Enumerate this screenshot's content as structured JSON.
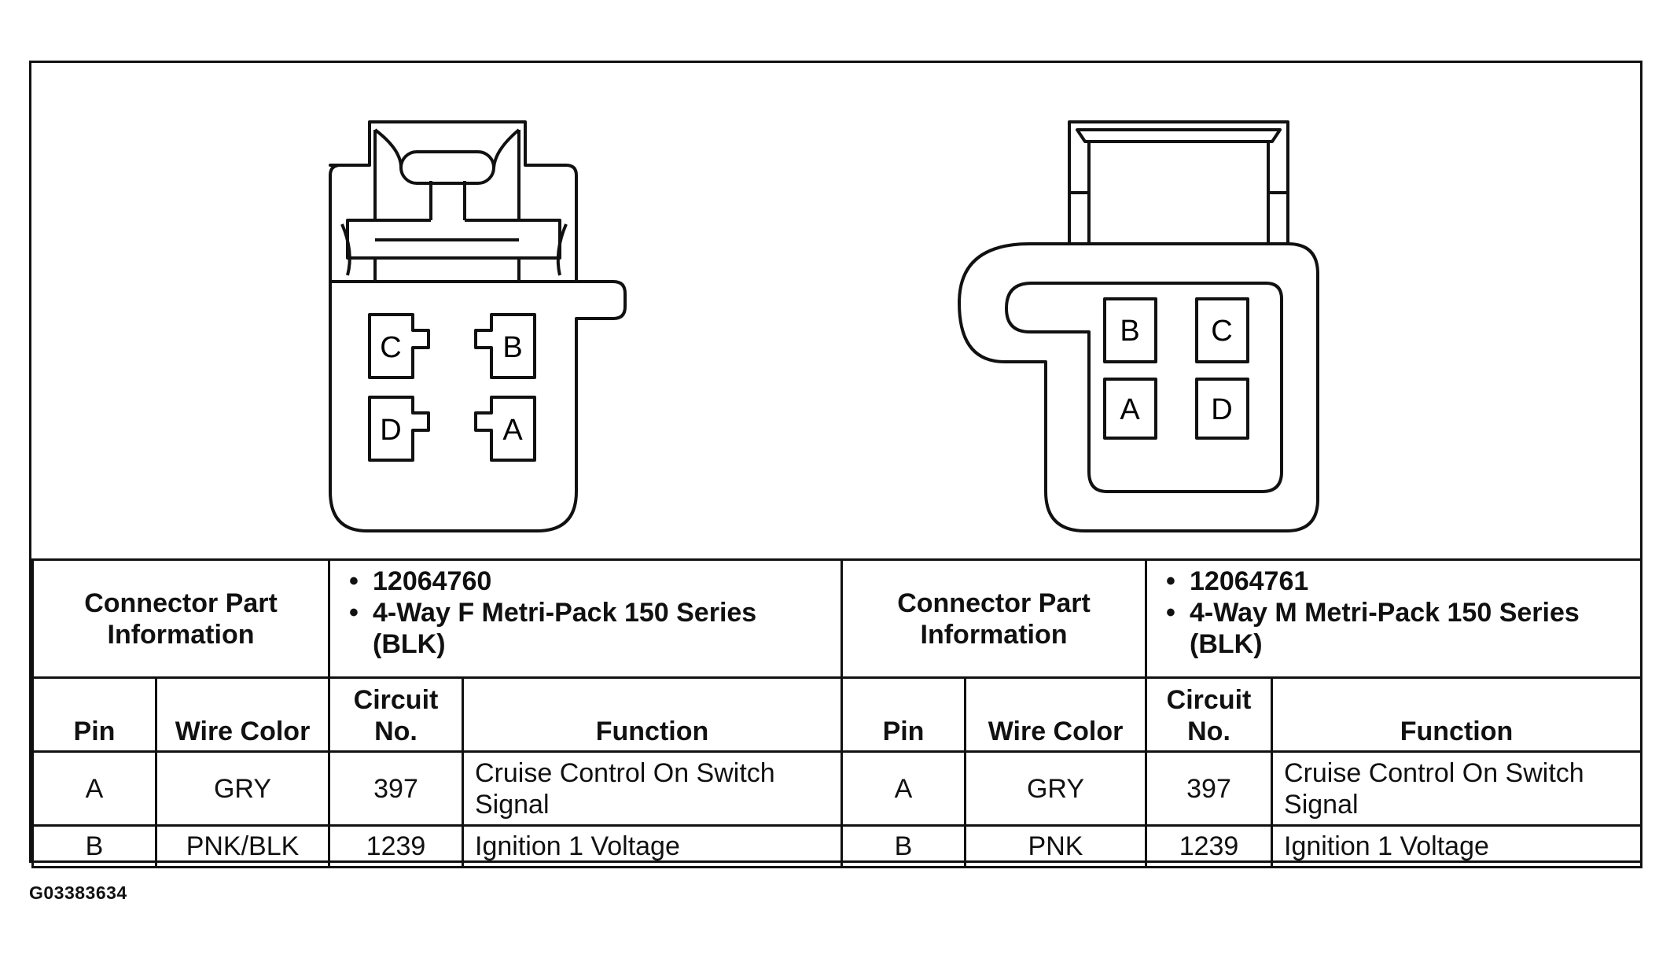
{
  "connector_female": {
    "pins": {
      "a": "A",
      "b": "B",
      "c": "C",
      "d": "D"
    }
  },
  "connector_male": {
    "pins": {
      "a": "A",
      "b": "B",
      "c": "C",
      "d": "D"
    }
  },
  "table": {
    "left": {
      "info_label": "Connector Part Information",
      "part_lines": [
        "12064760",
        "4-Way F Metri-Pack 150 Series (BLK)"
      ],
      "headers": {
        "pin": "Pin",
        "wire_color": "Wire Color",
        "circuit": "Circuit No.",
        "function": "Function"
      },
      "rows": [
        {
          "pin": "A",
          "wire_color": "GRY",
          "circuit": "397",
          "function": "Cruise Control On Switch Signal"
        },
        {
          "pin": "B",
          "wire_color": "PNK/BLK",
          "circuit": "1239",
          "function": "Ignition 1 Voltage"
        }
      ]
    },
    "right": {
      "info_label": "Connector Part Information",
      "part_lines": [
        "12064761",
        "4-Way M Metri-Pack 150 Series (BLK)"
      ],
      "headers": {
        "pin": "Pin",
        "wire_color": "Wire Color",
        "circuit": "Circuit No.",
        "function": "Function"
      },
      "rows": [
        {
          "pin": "A",
          "wire_color": "GRY",
          "circuit": "397",
          "function": "Cruise Control On Switch Signal"
        },
        {
          "pin": "B",
          "wire_color": "PNK",
          "circuit": "1239",
          "function": "Ignition 1 Voltage"
        }
      ]
    }
  },
  "figure_code": "G03383634"
}
